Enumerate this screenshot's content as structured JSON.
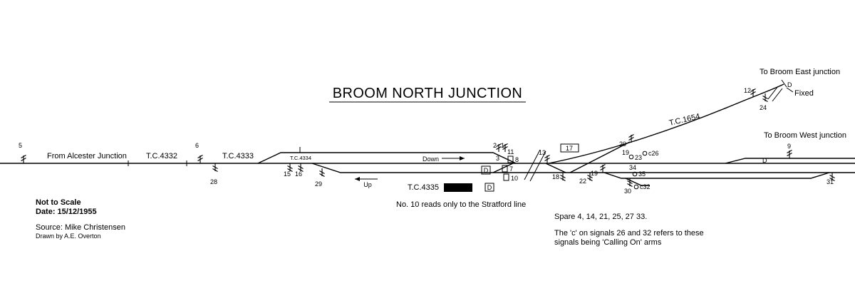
{
  "title": "BROOM NORTH JUNCTION",
  "track_labels": {
    "from_alcester": "From Alcester Junction",
    "tc4332": "T.C.4332",
    "tc4333": "T.C.4333",
    "tc4334": "T.C.4334",
    "tc4335": "T.C.4335",
    "tc1654": "T.C.1654",
    "down": "Down",
    "up": "Up",
    "to_broom_east": "To Broom East junction",
    "to_broom_west": "To Broom West junction",
    "fixed": "Fixed"
  },
  "signals": {
    "s1": "1",
    "s2": "2",
    "s3": "3",
    "s5": "5",
    "s6": "6",
    "s7": "7",
    "s8": "8",
    "s9": "9",
    "s10": "10",
    "s11": "11",
    "s12": "12",
    "s13": "13",
    "s15": "15",
    "s16": "16",
    "s17": "17",
    "s18": "18",
    "s19": "19",
    "s19b": "19",
    "s20": "20",
    "s22": "22",
    "s23": "23",
    "s24": "24",
    "s26": "c26",
    "s28": "28",
    "s29": "29",
    "s30": "30",
    "s31": "31",
    "s32": "c32",
    "s34": "34",
    "s35": "35"
  },
  "disc_labels": {
    "d_box_1": "D",
    "d_box_2": "D",
    "d_west": "D",
    "d_east": "D"
  },
  "notes": {
    "not_to_scale": "Not to Scale",
    "date": "Date: 15/12/1955",
    "source": "Source: Mike Christensen",
    "drawn_by": "Drawn by A.E. Overton",
    "no10": "No. 10  reads only to the Stratford line",
    "spare": "Spare 4, 14, 21, 25, 27  33.",
    "calling_on_1": "The 'c' on signals 26 and 32 refers to these",
    "calling_on_2": "signals being 'Calling On' arms"
  },
  "colors": {
    "ink": "#000000",
    "paper": "#ffffff"
  }
}
